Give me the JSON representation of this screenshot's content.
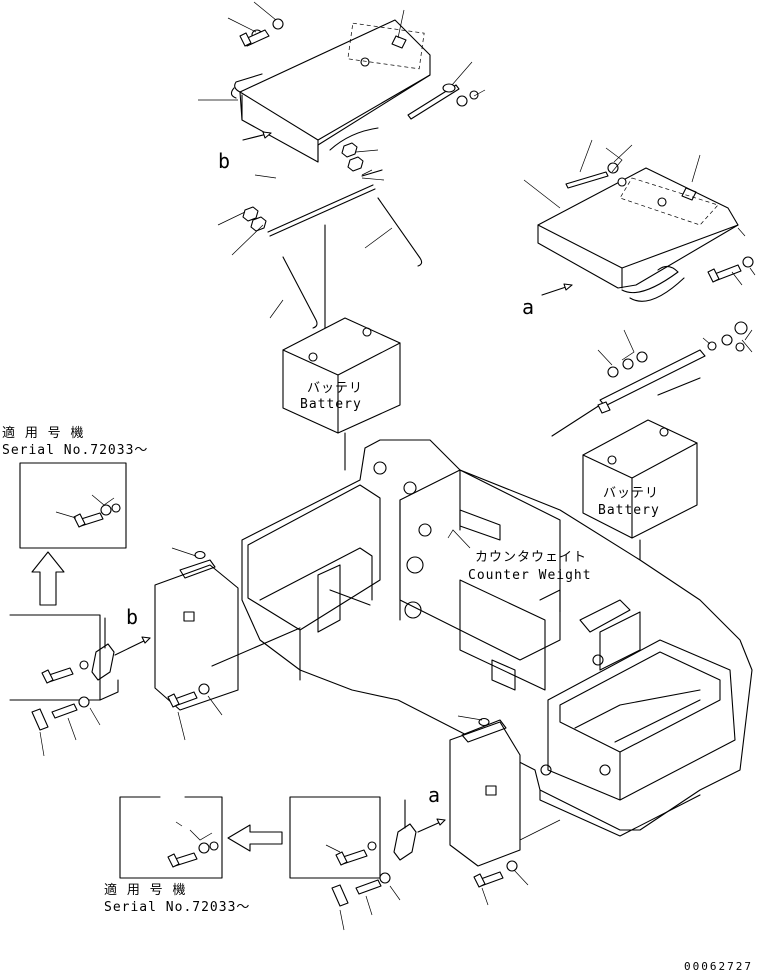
{
  "labels": {
    "battery_upper_jp": "バッテリ",
    "battery_upper_en": "Battery",
    "battery_right_jp": "バッテリ",
    "battery_right_en": "Battery",
    "counterweight_jp": "カウンタウェイト",
    "counterweight_en": "Counter Weight",
    "view_b_top": "b",
    "view_a_right": "a",
    "view_b_arrow": "b",
    "view_a_arrow": "a",
    "serial_left_jp": "適 用 号 機",
    "serial_left_en": "Serial No.72033～",
    "serial_bottom_jp": "適 用 号 機",
    "serial_bottom_en": "Serial No.72033～",
    "drawing_number": "00062727"
  }
}
